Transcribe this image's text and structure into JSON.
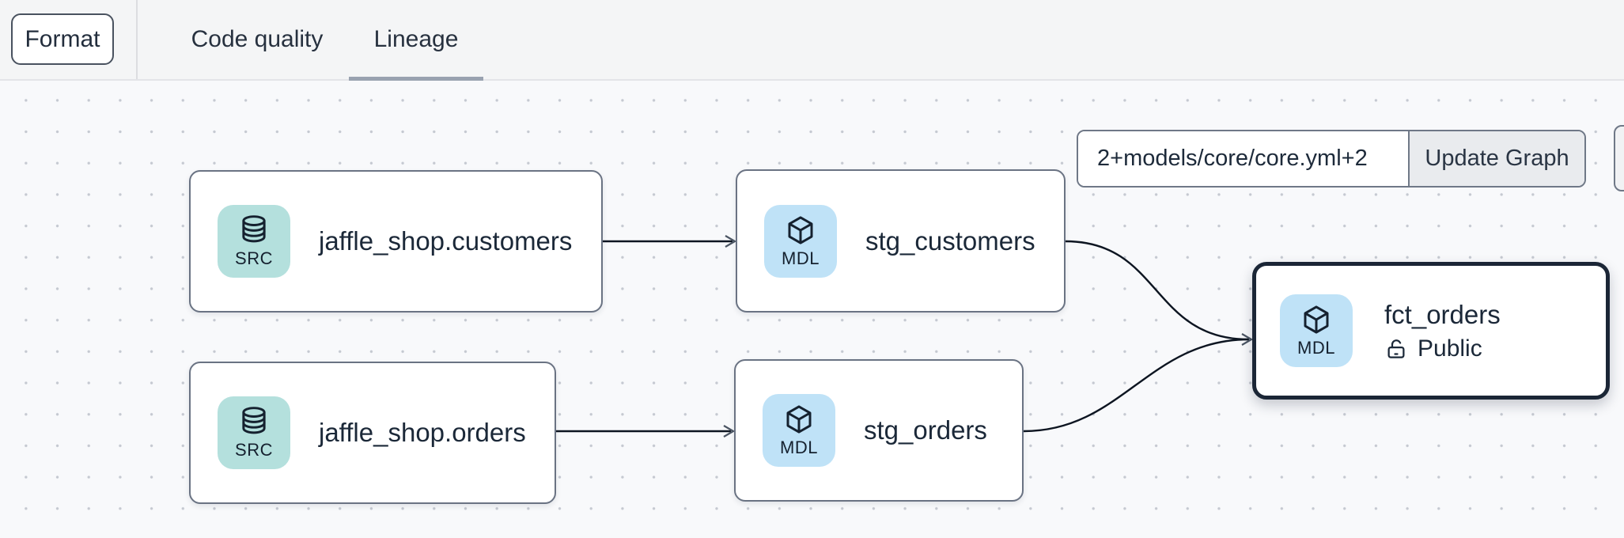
{
  "header": {
    "format_label": "Format",
    "tabs": [
      {
        "label": "Code quality",
        "active": false
      },
      {
        "label": "Lineage",
        "active": true
      }
    ]
  },
  "lineage_toolbar": {
    "selector_value": "2+models/core/core.yml+2",
    "update_graph_label": "Update Graph"
  },
  "graph": {
    "nodes": [
      {
        "label": "jaffle_shop.customers",
        "badge": "SRC",
        "kind": "source",
        "icon": "database-icon"
      },
      {
        "label": "stg_customers",
        "badge": "MDL",
        "kind": "model",
        "icon": "model-cube-icon"
      },
      {
        "label": "jaffle_shop.orders",
        "badge": "SRC",
        "kind": "source",
        "icon": "database-icon"
      },
      {
        "label": "stg_orders",
        "badge": "MDL",
        "kind": "model",
        "icon": "model-cube-icon"
      },
      {
        "label": "fct_orders",
        "badge": "MDL",
        "kind": "model",
        "icon": "model-cube-icon",
        "access_label": "Public",
        "selected": true
      }
    ],
    "edges": [
      {
        "from": "jaffle_shop.customers",
        "to": "stg_customers"
      },
      {
        "from": "jaffle_shop.orders",
        "to": "stg_orders"
      },
      {
        "from": "stg_customers",
        "to": "fct_orders"
      },
      {
        "from": "stg_orders",
        "to": "fct_orders"
      }
    ]
  },
  "colors": {
    "src_badge": "#b4e0dd",
    "mdl_badge": "#bfe2f7",
    "node_border": "#6a7383",
    "selected_node_border": "#1b2636",
    "edge_stroke": "#0d1521",
    "arrowhead": "#4b5563",
    "tab_underline": "#99a2b0",
    "header_bg": "#f4f5f6",
    "canvas_bg": "#f8f9fb",
    "button_bg": "#e9ebee"
  }
}
